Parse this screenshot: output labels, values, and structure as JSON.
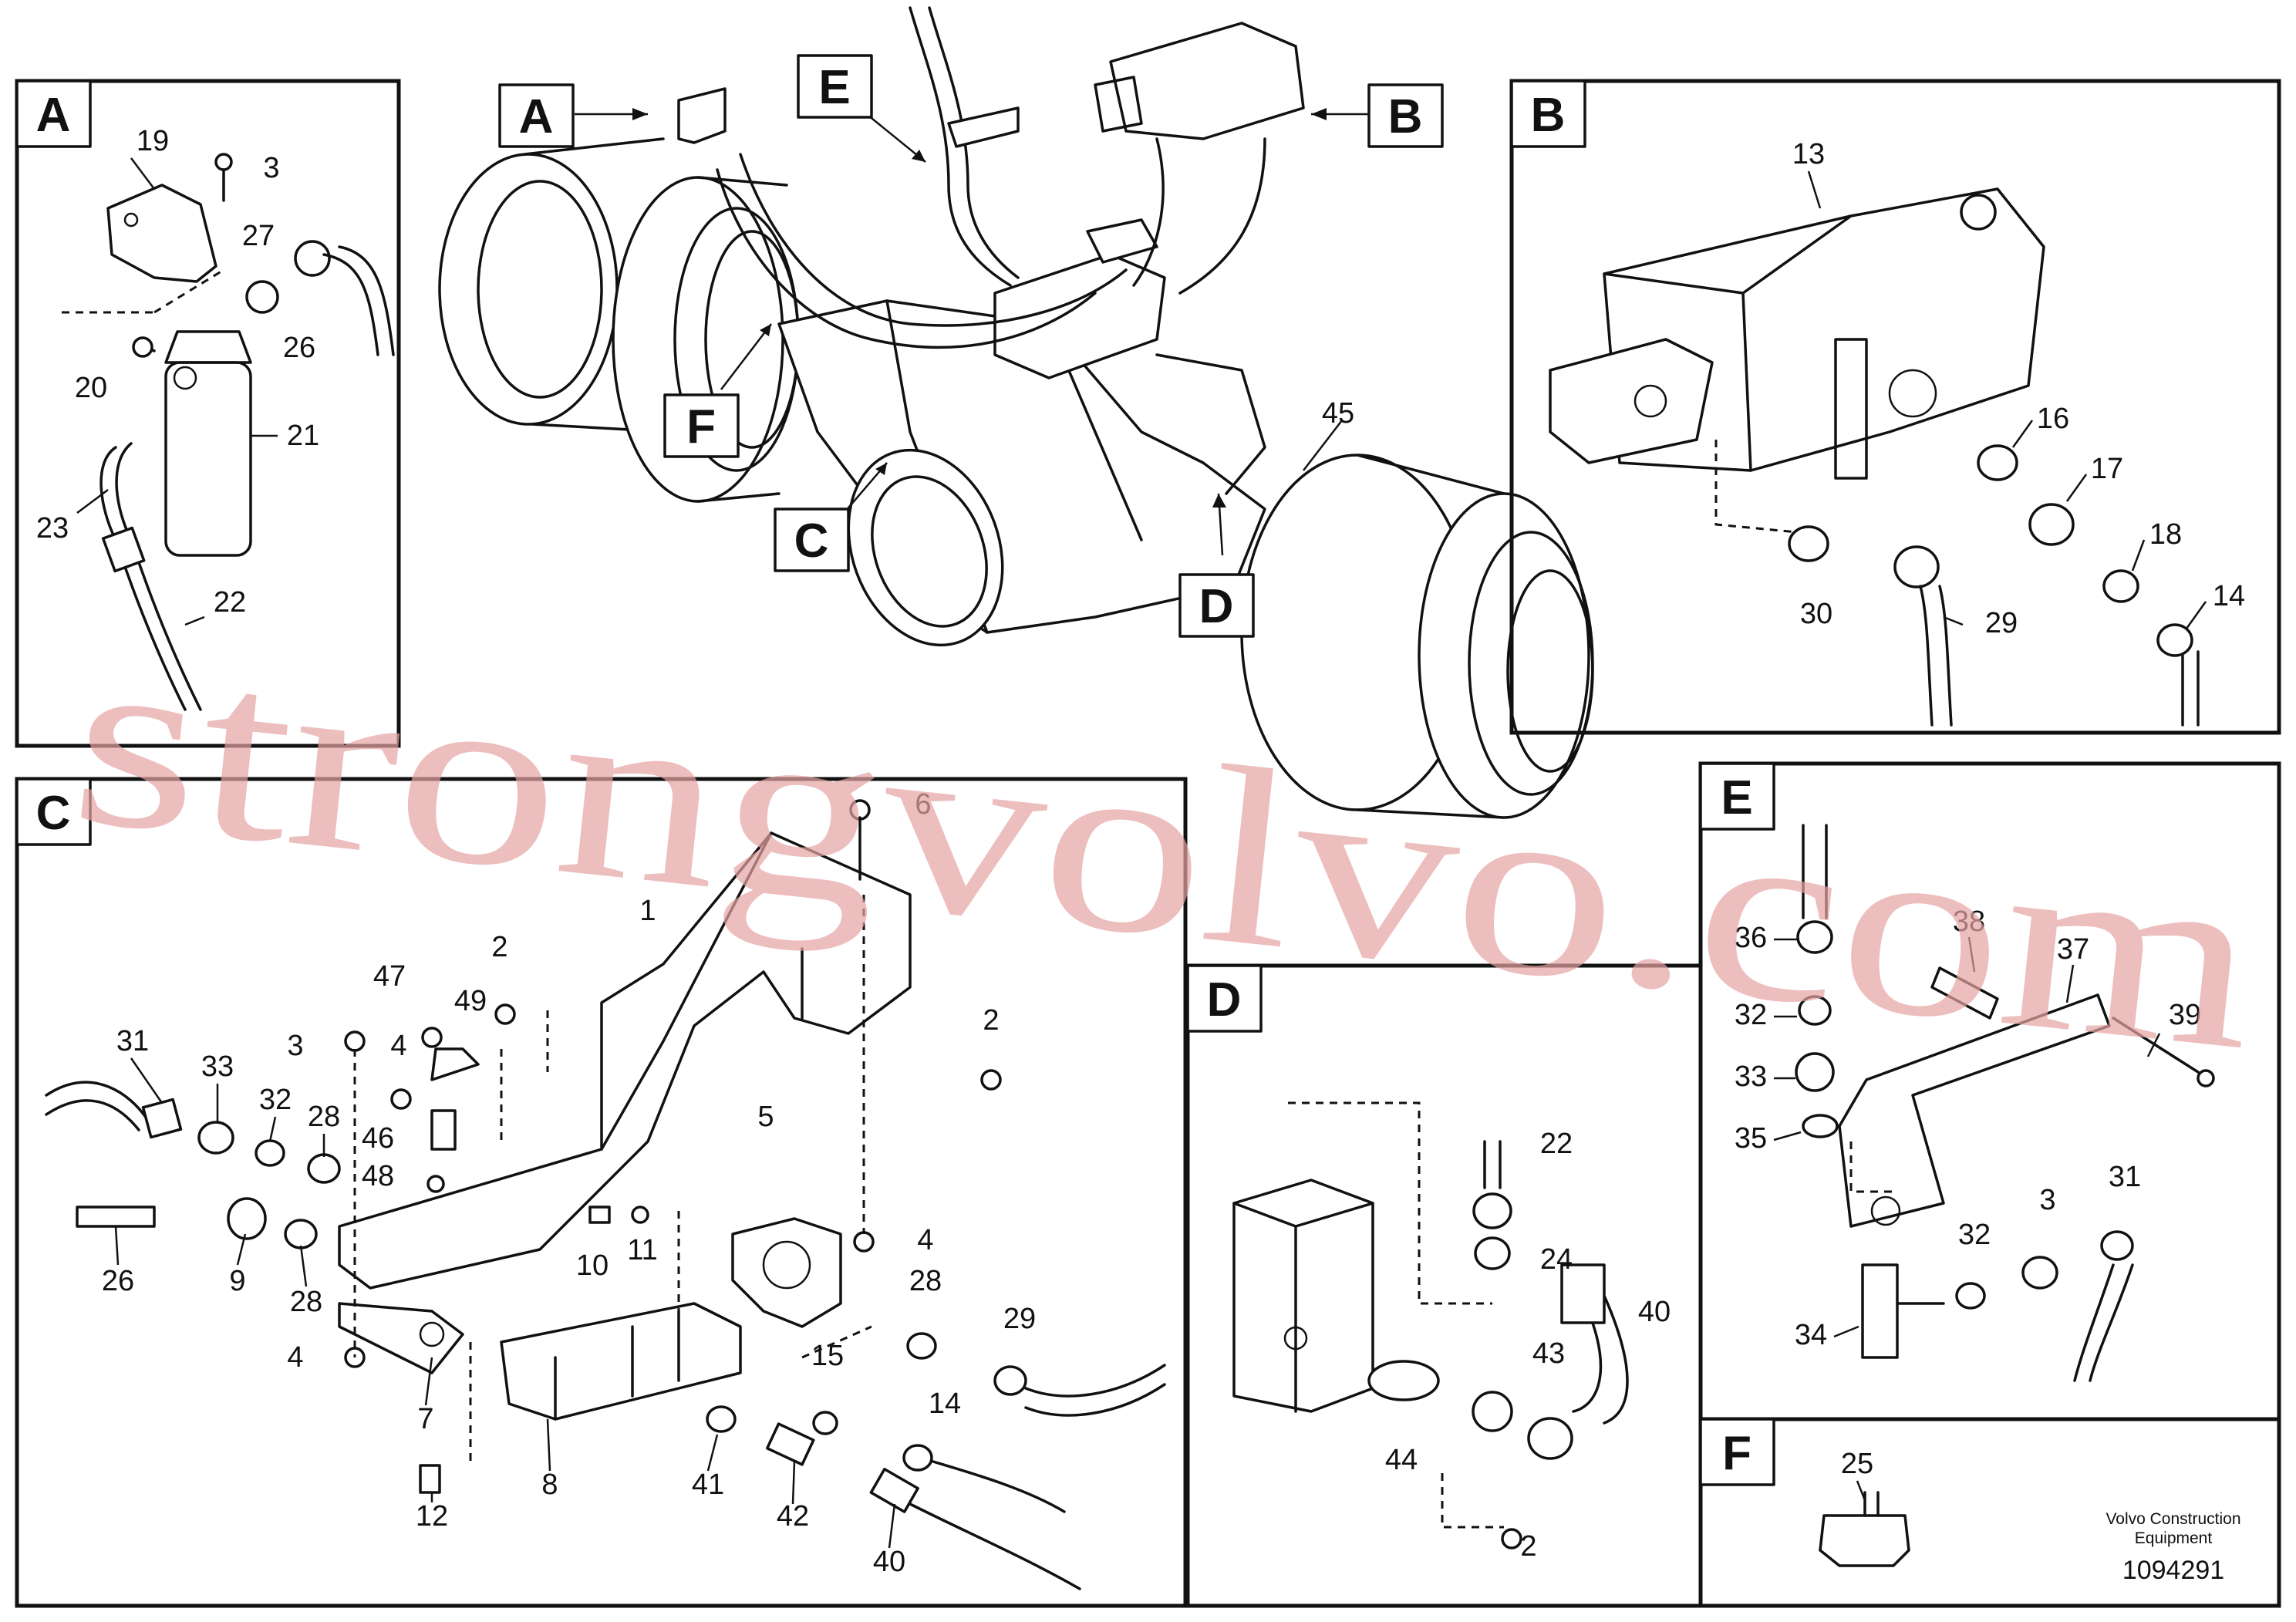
{
  "panels": {
    "A": "A",
    "B": "B",
    "C": "C",
    "D": "D",
    "E": "E",
    "F": "F"
  },
  "overview_callouts": {
    "A": "A",
    "B": "B",
    "C": "C",
    "D": "D",
    "E": "E",
    "F": "F",
    "part45": "45"
  },
  "panel_A_labels": {
    "p19": "19",
    "p3": "3",
    "p27": "27",
    "p26": "26",
    "p20": "20",
    "p21": "21",
    "p23": "23",
    "p22": "22"
  },
  "panel_B_labels": {
    "p13": "13",
    "p16": "16",
    "p17": "17",
    "p18": "18",
    "p14": "14",
    "p30": "30",
    "p29": "29"
  },
  "panel_C_labels": {
    "p6": "6",
    "p1": "1",
    "p47": "47",
    "p49": "49",
    "p2a": "2",
    "p2b": "2",
    "p3": "3",
    "p4a": "4",
    "p31": "31",
    "p33": "33",
    "p32": "32",
    "p28a": "28",
    "p46": "46",
    "p48": "48",
    "p5": "5",
    "p26": "26",
    "p9": "9",
    "p28b": "28",
    "p10": "10",
    "p11": "11",
    "p4b": "4",
    "p28c": "28",
    "p29": "29",
    "p15": "15",
    "p14": "14",
    "p4c": "4",
    "p7": "7",
    "p8": "8",
    "p41": "41",
    "p42": "42",
    "p40": "40",
    "p12": "12"
  },
  "panel_D_labels": {
    "p22": "22",
    "p24": "24",
    "p40": "40",
    "p43": "43",
    "p44": "44",
    "p2": "2"
  },
  "panel_E_labels": {
    "p36": "36",
    "p38": "38",
    "p37": "37",
    "p32a": "32",
    "p39": "39",
    "p33": "33",
    "p35": "35",
    "p31": "31",
    "p3x": "3",
    "p32b": "32",
    "p34": "34"
  },
  "panel_F_labels": {
    "p25": "25"
  },
  "footer": {
    "brand_line1": "Volvo Construction",
    "brand_line2": "Equipment",
    "doc_number": "1094291"
  },
  "watermark": "strongvolvo.com",
  "colors": {
    "watermark": "#e6a3a3",
    "ink": "#111111",
    "paper": "#ffffff"
  }
}
